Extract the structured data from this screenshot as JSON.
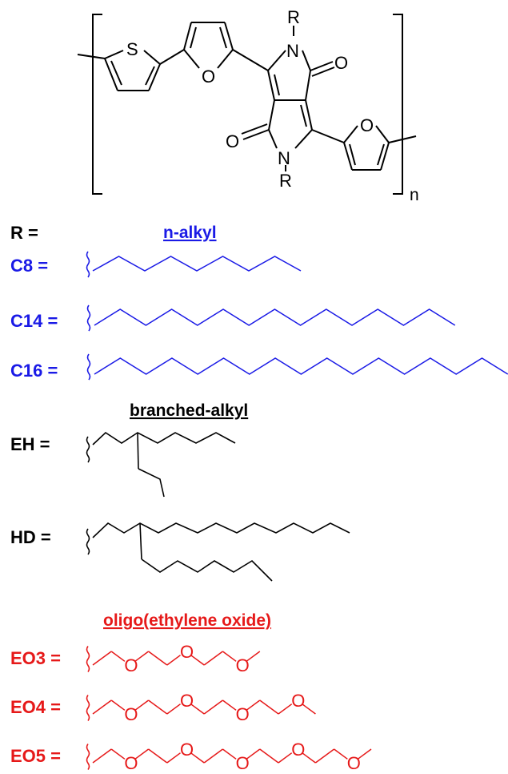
{
  "colors": {
    "black": "#000000",
    "alkyl": "#1a1ae6",
    "eo": "#e61919"
  },
  "polymer": {
    "atoms": {
      "R_top": "R",
      "N_top": "N",
      "O_right": "O",
      "O_left": "O",
      "N_bottom": "N",
      "R_bottom": "R",
      "S_thiophene": "S",
      "O_furan_1": "O",
      "O_furan_2": "O"
    },
    "repeat_subscript": "n"
  },
  "r_definition": {
    "label": "R ="
  },
  "sections": {
    "n_alkyl": {
      "heading": "n-alkyl",
      "entries": [
        {
          "label": "C8 =",
          "carbons": 8
        },
        {
          "label": "C14 =",
          "carbons": 14
        },
        {
          "label": "C16 =",
          "carbons": 16
        }
      ]
    },
    "branched_alkyl": {
      "heading": "branched-alkyl",
      "entries": [
        {
          "label": "EH ="
        },
        {
          "label": "HD ="
        }
      ]
    },
    "oligo_eo": {
      "heading": "oligo(ethylene oxide)",
      "entries": [
        {
          "label": "EO3 =",
          "oxygen_label": "O"
        },
        {
          "label": "EO4 =",
          "oxygen_label": "O"
        },
        {
          "label": "EO5 =",
          "oxygen_label": "O"
        }
      ]
    }
  }
}
